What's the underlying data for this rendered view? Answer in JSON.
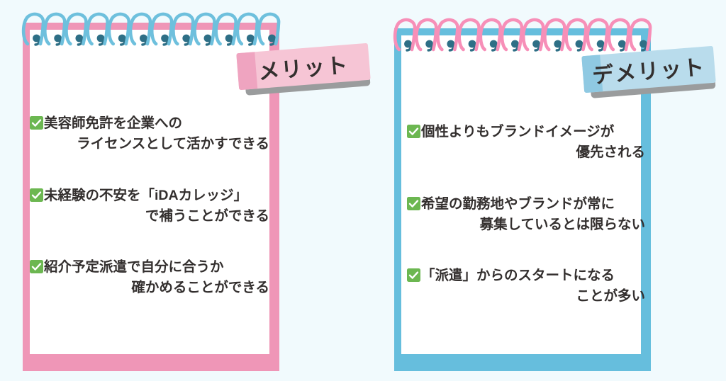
{
  "background_color": "#f1fafd",
  "panels": [
    {
      "id": "merit",
      "tape_label": "メリット",
      "accent_color": "#ef96b7",
      "tape_color": "#f6c5d5",
      "ring_color": "#6ec0dd",
      "items": [
        {
          "line1": "美容師免許を企業への",
          "line2": "ライセンスとして活かすできる"
        },
        {
          "line1": "未経験の不安を「iDAカレッジ」",
          "line2": "で補うことができる"
        },
        {
          "line1": "紹介予定派遣で自分に合うか",
          "line2": "確かめることができる"
        }
      ]
    },
    {
      "id": "demerit",
      "tape_label": "デメリット",
      "accent_color": "#66bedd",
      "tape_color": "#b9dcec",
      "ring_color": "#f78fb8",
      "items": [
        {
          "line1": "個性よりもブランドイメージが",
          "line2": "優先される"
        },
        {
          "line1": "希望の勤務地やブランドが常に",
          "line2": "募集しているとは限らない"
        },
        {
          "line1": "「派遣」からのスタートになる",
          "line2": "ことが多い"
        }
      ]
    }
  ],
  "icons": {
    "check_box_color": "#6cb751",
    "check_mark_color": "#ffffff",
    "check_name": "check-icon"
  },
  "spiral": {
    "ring_count": 12,
    "shadow_color": "#2e6f86"
  }
}
